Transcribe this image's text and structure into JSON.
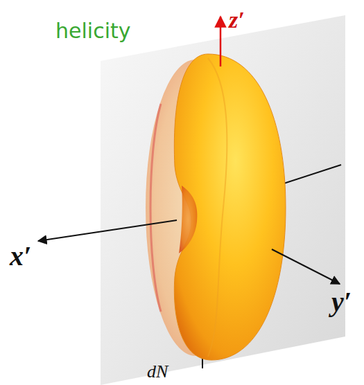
{
  "diagram": {
    "labels": [
      "helicity",
      "z′",
      "x′",
      "y′",
      "dN"
    ]
  }
}
